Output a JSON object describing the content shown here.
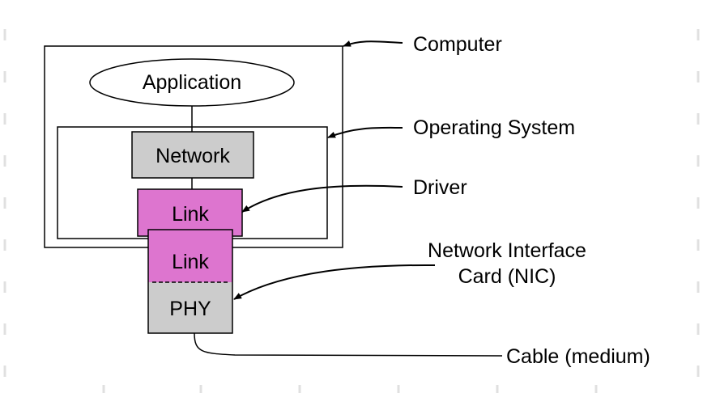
{
  "diagram": {
    "nodes": {
      "application": "Application",
      "network": "Network",
      "driver_link": "Link",
      "nic_link": "Link",
      "phy": "PHY"
    },
    "labels": {
      "computer": "Computer",
      "operating_system": "Operating System",
      "driver": "Driver",
      "nic_line1": "Network Interface",
      "nic_line2": "Card (NIC)",
      "cable": "Cable (medium)"
    },
    "colors": {
      "link_fill": "#dd75cf",
      "gray_fill": "#cccccc",
      "stroke": "#000000",
      "guide_marks": "#e0e0e0"
    }
  }
}
